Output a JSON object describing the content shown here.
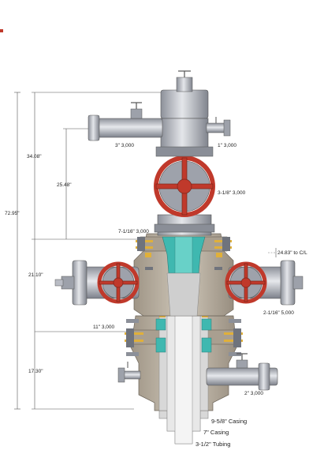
{
  "dimensions": {
    "overall": "72.95\"",
    "upper": "34.08\"",
    "upper_inner": "25.48\"",
    "middle": "21.10\"",
    "lower": "17.30\""
  },
  "labels": {
    "side_outlet_left": "3\" 3,000",
    "side_outlet_right": "1\" 3,000",
    "master_valve": "3-1/8\" 3,000",
    "tubing_head_flange": "7-1/16\" 3,000",
    "centerline": "24.83\" to C/L",
    "wing_valve": "2-1/16\" 5,000",
    "casing_head_flange": "11\" 3,000",
    "casing_outlet": "2\" 3,000",
    "casing_outer": "9-5/8\" Casing",
    "casing_inner": "7\" Casing",
    "tubing": "3-1/2\" Tubing"
  },
  "colors": {
    "steel": "#b9bcc4",
    "steel_dark": "#7b7f88",
    "body": "#b3a99a",
    "handwheel": "#c0392b",
    "seal": "#3fb8b0",
    "ring": "#e0b03a"
  }
}
